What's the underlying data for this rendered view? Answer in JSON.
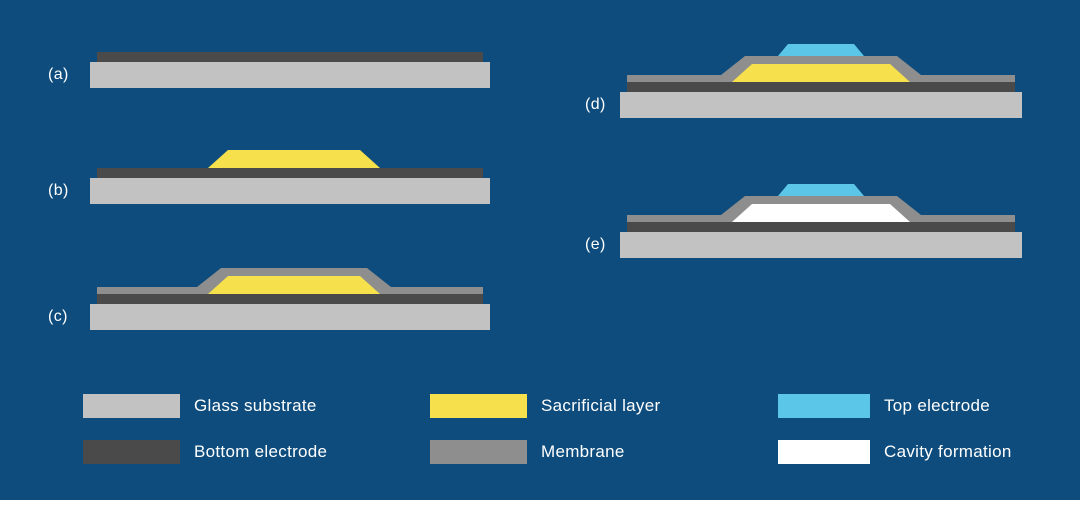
{
  "colors": {
    "background": "#0d4c7c",
    "glass_substrate": "#c2c2c2",
    "bottom_electrode": "#4a4a4a",
    "sacrificial_layer": "#f6e14d",
    "membrane": "#8e8e8e",
    "top_electrode": "#5bc6e8",
    "cavity": "#ffffff",
    "text": "#ffffff",
    "bottom_bar": "#ffffff"
  },
  "steps": [
    {
      "label": "(a)",
      "layers": [
        "glass substrate",
        "bottom electrode"
      ]
    },
    {
      "label": "(b)",
      "layers": [
        "glass substrate",
        "bottom electrode",
        "sacrificial layer"
      ]
    },
    {
      "label": "(c)",
      "layers": [
        "glass substrate",
        "bottom electrode",
        "sacrificial layer",
        "membrane"
      ]
    },
    {
      "label": "(d)",
      "layers": [
        "glass substrate",
        "bottom electrode",
        "sacrificial layer",
        "membrane",
        "top electrode"
      ]
    },
    {
      "label": "(e)",
      "layers": [
        "glass substrate",
        "bottom electrode",
        "cavity formation",
        "membrane",
        "top electrode"
      ]
    }
  ],
  "legend": {
    "items": [
      {
        "label": "Glass substrate",
        "color": "#c2c2c2"
      },
      {
        "label": "Bottom electrode",
        "color": "#4a4a4a"
      },
      {
        "label": "Sacrificial layer",
        "color": "#f6e14d"
      },
      {
        "label": "Membrane",
        "color": "#8e8e8e"
      },
      {
        "label": "Top electrode",
        "color": "#5bc6e8"
      },
      {
        "label": "Cavity formation",
        "color": "#ffffff"
      }
    ]
  }
}
